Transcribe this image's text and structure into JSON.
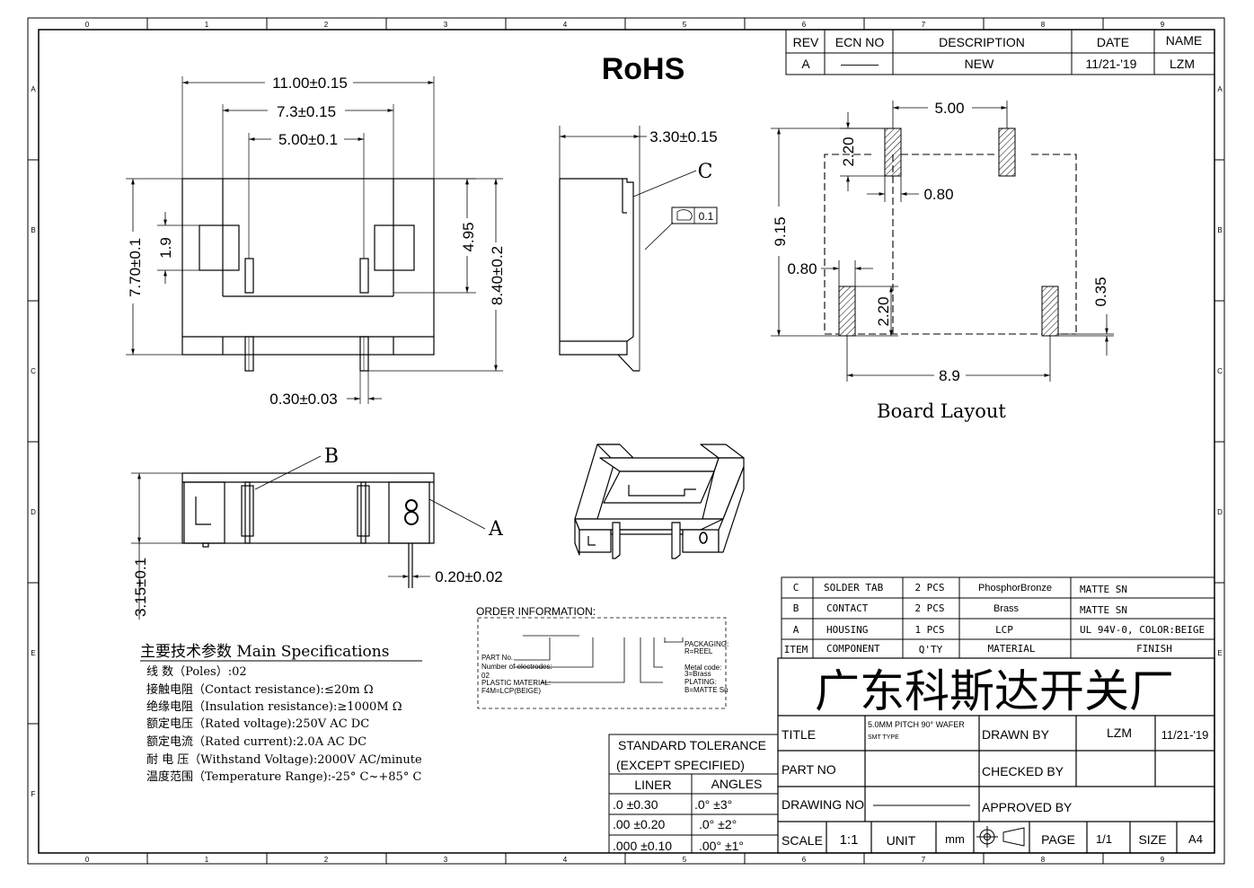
{
  "frame": {
    "col_labels": [
      "0",
      "1",
      "2",
      "3",
      "4",
      "5",
      "6",
      "7",
      "8",
      "9"
    ],
    "row_labels": [
      "A",
      "B",
      "C",
      "D",
      "E",
      "F"
    ]
  },
  "rohs": "RoHS",
  "revision_table": {
    "headers": [
      "REV",
      "ECN NO",
      "DESCRIPTION",
      "DATE",
      "NAME"
    ],
    "row": [
      "A",
      "———",
      "NEW",
      "11/21-'19",
      "LZM"
    ]
  },
  "front_view": {
    "dims": [
      "11.00±0.15",
      "7.3±0.15",
      "5.00±0.1",
      "7.70±0.1",
      "1.9",
      "4.95",
      "8.40±0.2",
      "0.30±0.03"
    ]
  },
  "side_view": {
    "dims": [
      "3.30±0.15"
    ],
    "callout": "C",
    "flatness_value": "0.1"
  },
  "board_layout": {
    "dims": [
      "5.00",
      "2.20",
      "0.80",
      "9.15",
      "0.80",
      "2.20",
      "0.35",
      "8.9"
    ],
    "title": "Board Layout"
  },
  "bottom_view": {
    "callout_b": "B",
    "callout_a": "A",
    "dims": [
      "3.15±0.1",
      "0.20±0.02"
    ],
    "marks": [
      "L",
      "8"
    ]
  },
  "specs": {
    "title": "主要技术参数 Main Specifications",
    "lines": [
      "线    数（Poles）:02",
      "接触电阻（Contact resistance):≤20m Ω",
      "绝缘电阻（Insulation resistance):≥1000M Ω",
      "额定电压（Rated voltage):250V AC DC",
      "额定电流（Rated current):2.0A AC DC",
      "耐 电 压（Withstand Voltage):2000V AC/minute",
      "温度范围（Temperature Range):-25° C~+85° C"
    ]
  },
  "order_info": {
    "title": "ORDER INFORMATION:",
    "part_no": "PART No.",
    "electrodes": "Number of electrodes:",
    "electrodes_val": "02",
    "plastic": "PLASTIC MATERIAL:",
    "plastic_val": "F4M=LCP(BEIGE)",
    "packaging": "PACKAGING:",
    "packaging_val": "R=REEL",
    "metal": "Metal code:",
    "metal_val": "3=Brass",
    "plating": "PLATING:",
    "plating_val": "B=MATTE Sn"
  },
  "bom": {
    "rows": [
      [
        "C",
        "SOLDER TAB",
        "2 PCS",
        "PhosphorBronze",
        "MATTE SN"
      ],
      [
        "B",
        "CONTACT",
        "2 PCS",
        "Brass",
        "MATTE SN"
      ],
      [
        "A",
        "HOUSING",
        "1 PCS",
        "LCP",
        "UL 94V-0, COLOR:BEIGE"
      ],
      [
        "ITEM",
        "COMPONENT",
        "Q'TY",
        "MATERIAL",
        "FINISH"
      ]
    ]
  },
  "tolerance": {
    "title1": "STANDARD TOLERANCE",
    "title2": "(EXCEPT  SPECIFIED)",
    "col1": "LINER",
    "col2": "ANGLES",
    "rows": [
      [
        ".0  ±0.30",
        ".0°  ±3°"
      ],
      [
        ".00  ±0.20",
        ".0°  ±2°"
      ],
      [
        ".000 ±0.10",
        ".00° ±1°"
      ]
    ]
  },
  "title_block": {
    "company": "广东科斯达开关厂",
    "title_label": "TITLE",
    "title_val1": "5.0MM PITCH 90° WAFER",
    "title_val2": "SMT TYPE",
    "drawn_by_label": "DRAWN BY",
    "drawn_by": "LZM",
    "drawn_date": "11/21-'19",
    "part_no_label": "PART NO",
    "checked_by_label": "CHECKED BY",
    "drawing_no_label": "DRAWING NO",
    "approved_by_label": "APPROVED BY",
    "scale_label": "SCALE",
    "scale": "1:1",
    "unit_label": "UNIT",
    "unit": "mm",
    "page_label": "PAGE",
    "page": "1/1",
    "size_label": "SIZE",
    "size": "A4"
  }
}
